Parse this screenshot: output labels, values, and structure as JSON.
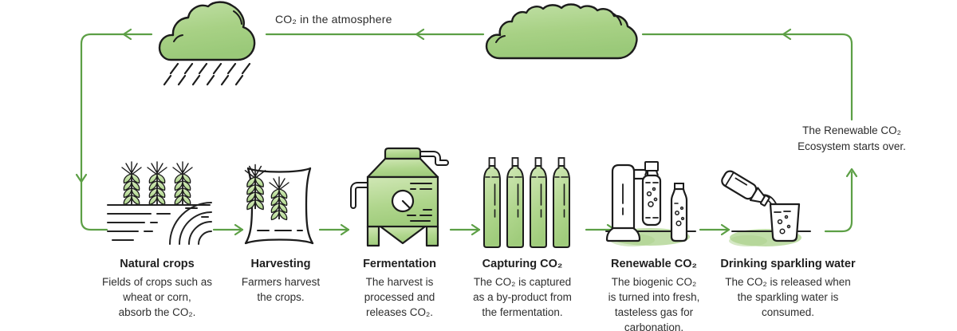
{
  "diagram": {
    "atmosphere_label": "CO₂ in the atmosphere",
    "restart_note": "The Renewable CO₂\nEcosystem starts over.",
    "stages": [
      {
        "icon": "wheat-field-icon",
        "title": "Natural crops",
        "description": "Fields of crops such as\nwheat or corn,\nabsorb the CO₂."
      },
      {
        "icon": "harvest-sack-icon",
        "title": "Harvesting",
        "description": "Farmers harvest\nthe crops."
      },
      {
        "icon": "fermentation-tank-icon",
        "title": "Fermentation",
        "description": "The harvest is\nprocessed and\nreleases CO₂."
      },
      {
        "icon": "co2-cylinders-icon",
        "title": "Capturing CO₂",
        "description": "The CO₂ is captured\nas a by-product from\nthe fermentation."
      },
      {
        "icon": "soda-maker-icon",
        "title": "Renewable CO₂",
        "description": "The biogenic CO₂\nis turned into fresh,\ntasteless gas for\ncarbonation."
      },
      {
        "icon": "pouring-bottle-icon",
        "title": "Drinking sparkling water",
        "description": "The CO₂ is released when\nthe sparkling water is\nconsumed."
      }
    ],
    "colors": {
      "flow_green": "#5c9f45",
      "wash_green_light": "#cde4b0",
      "wash_green": "#a6d083",
      "outline": "#1c1c1c",
      "text": "#2b2b2b"
    }
  }
}
